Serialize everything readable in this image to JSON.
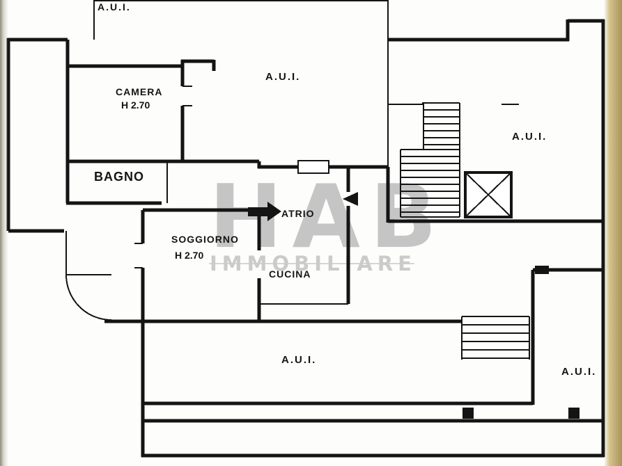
{
  "plan": {
    "rooms": {
      "aui_top": "A.U.I.",
      "aui_main": "A.U.I.",
      "camera_name": "CAMERA",
      "camera_height": "H 2.70",
      "bagno": "BAGNO",
      "aui_right": "A.U.I.",
      "atrio": "ATRIO",
      "soggiorno_name": "SOGGIORNO",
      "soggiorno_height": "H 2.70",
      "cucina": "CUCINA",
      "aui_bottom": "A.U.I.",
      "aui_bottom_right": "A.U.I."
    },
    "watermark": {
      "line1": "HAB",
      "line2": "IMMOBILIARE"
    },
    "icons": {
      "elevator": "elevator-x-icon",
      "stairs": "staircase-icon",
      "door_swing": "door-swing-arc-icon",
      "arrow_right": "entrance-arrow-right-icon",
      "arrow_left": "entrance-arrow-left-icon"
    },
    "colors": {
      "wall": "#141414",
      "watermark_gray": "#bcbcbc",
      "scan_edge_tan": "#c9b474",
      "background": "#fdfdfb"
    }
  }
}
